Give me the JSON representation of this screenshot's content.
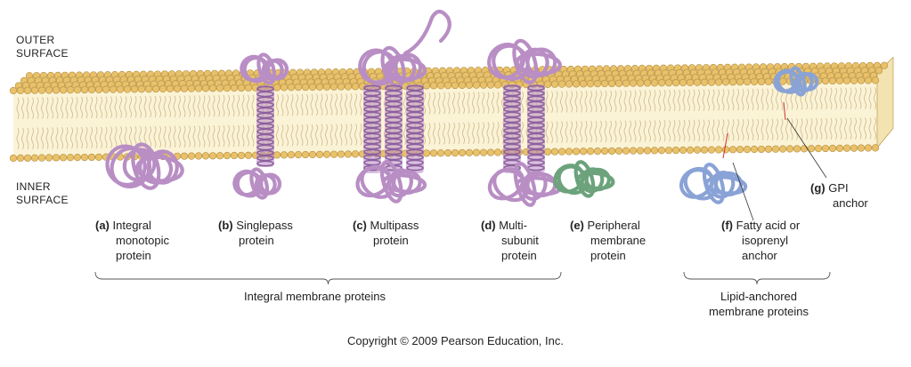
{
  "surfaces": {
    "outer": [
      "OUTER",
      "SURFACE"
    ],
    "inner": [
      "INNER",
      "SURFACE"
    ]
  },
  "proteins": [
    {
      "letter": "(a)",
      "lines": [
        "Integral",
        "monotopic",
        "protein"
      ]
    },
    {
      "letter": "(b)",
      "lines": [
        "Singlepass",
        "protein"
      ]
    },
    {
      "letter": "(c)",
      "lines": [
        "Multipass",
        "protein"
      ]
    },
    {
      "letter": "(d)",
      "lines": [
        "Multi-",
        "subunit",
        "protein"
      ]
    },
    {
      "letter": "(e)",
      "lines": [
        "Peripheral",
        "membrane",
        "protein"
      ]
    },
    {
      "letter": "(f)",
      "lines": [
        "Fatty acid or",
        "isoprenyl",
        "anchor"
      ]
    },
    {
      "letter": "(g)",
      "lines": [
        "GPI",
        "anchor"
      ]
    }
  ],
  "groups": {
    "integral": "Integral membrane proteins",
    "lipid_anchored": [
      "Lipid-anchored",
      "membrane proteins"
    ]
  },
  "copyright": "Copyright © 2009 Pearson Education, Inc.",
  "colors": {
    "head_fill": "#e8c16a",
    "head_stroke": "#b58d3c",
    "core": "#fbf3d6",
    "tail": "#cdb88a",
    "integral_protein": "#b88ec4",
    "integral_protein_dark": "#8d5e9f",
    "peripheral_protein": "#6ca37c",
    "lipid_anchored_protein": "#8aa3d6"
  }
}
